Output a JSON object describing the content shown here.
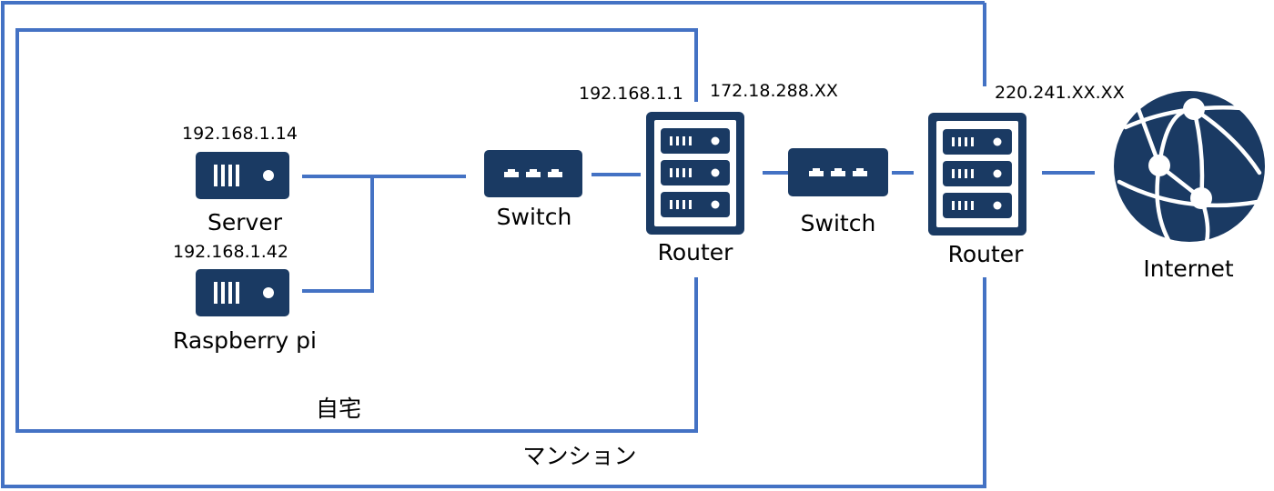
{
  "colors": {
    "border": "#4472c4",
    "device": "#1a3a63",
    "text": "#000000"
  },
  "zones": {
    "home_label": "自宅",
    "building_label": "マンション"
  },
  "devices": {
    "server": {
      "label": "Server",
      "ip": "192.168.1.14",
      "icon": "server-icon"
    },
    "raspberry": {
      "label": "Raspberry pi",
      "ip": "192.168.1.42",
      "icon": "server-icon"
    },
    "switch1": {
      "label": "Switch",
      "icon": "switch-icon"
    },
    "router1": {
      "label": "Router",
      "ip_inner": "192.168.1.1",
      "ip_outer": "172.18.288.XX",
      "icon": "router-icon"
    },
    "switch2": {
      "label": "Switch",
      "icon": "switch-icon"
    },
    "router2": {
      "label": "Router",
      "ip": "220.241.XX.XX",
      "icon": "router-icon"
    },
    "internet": {
      "label": "Internet",
      "icon": "globe-icon"
    }
  }
}
